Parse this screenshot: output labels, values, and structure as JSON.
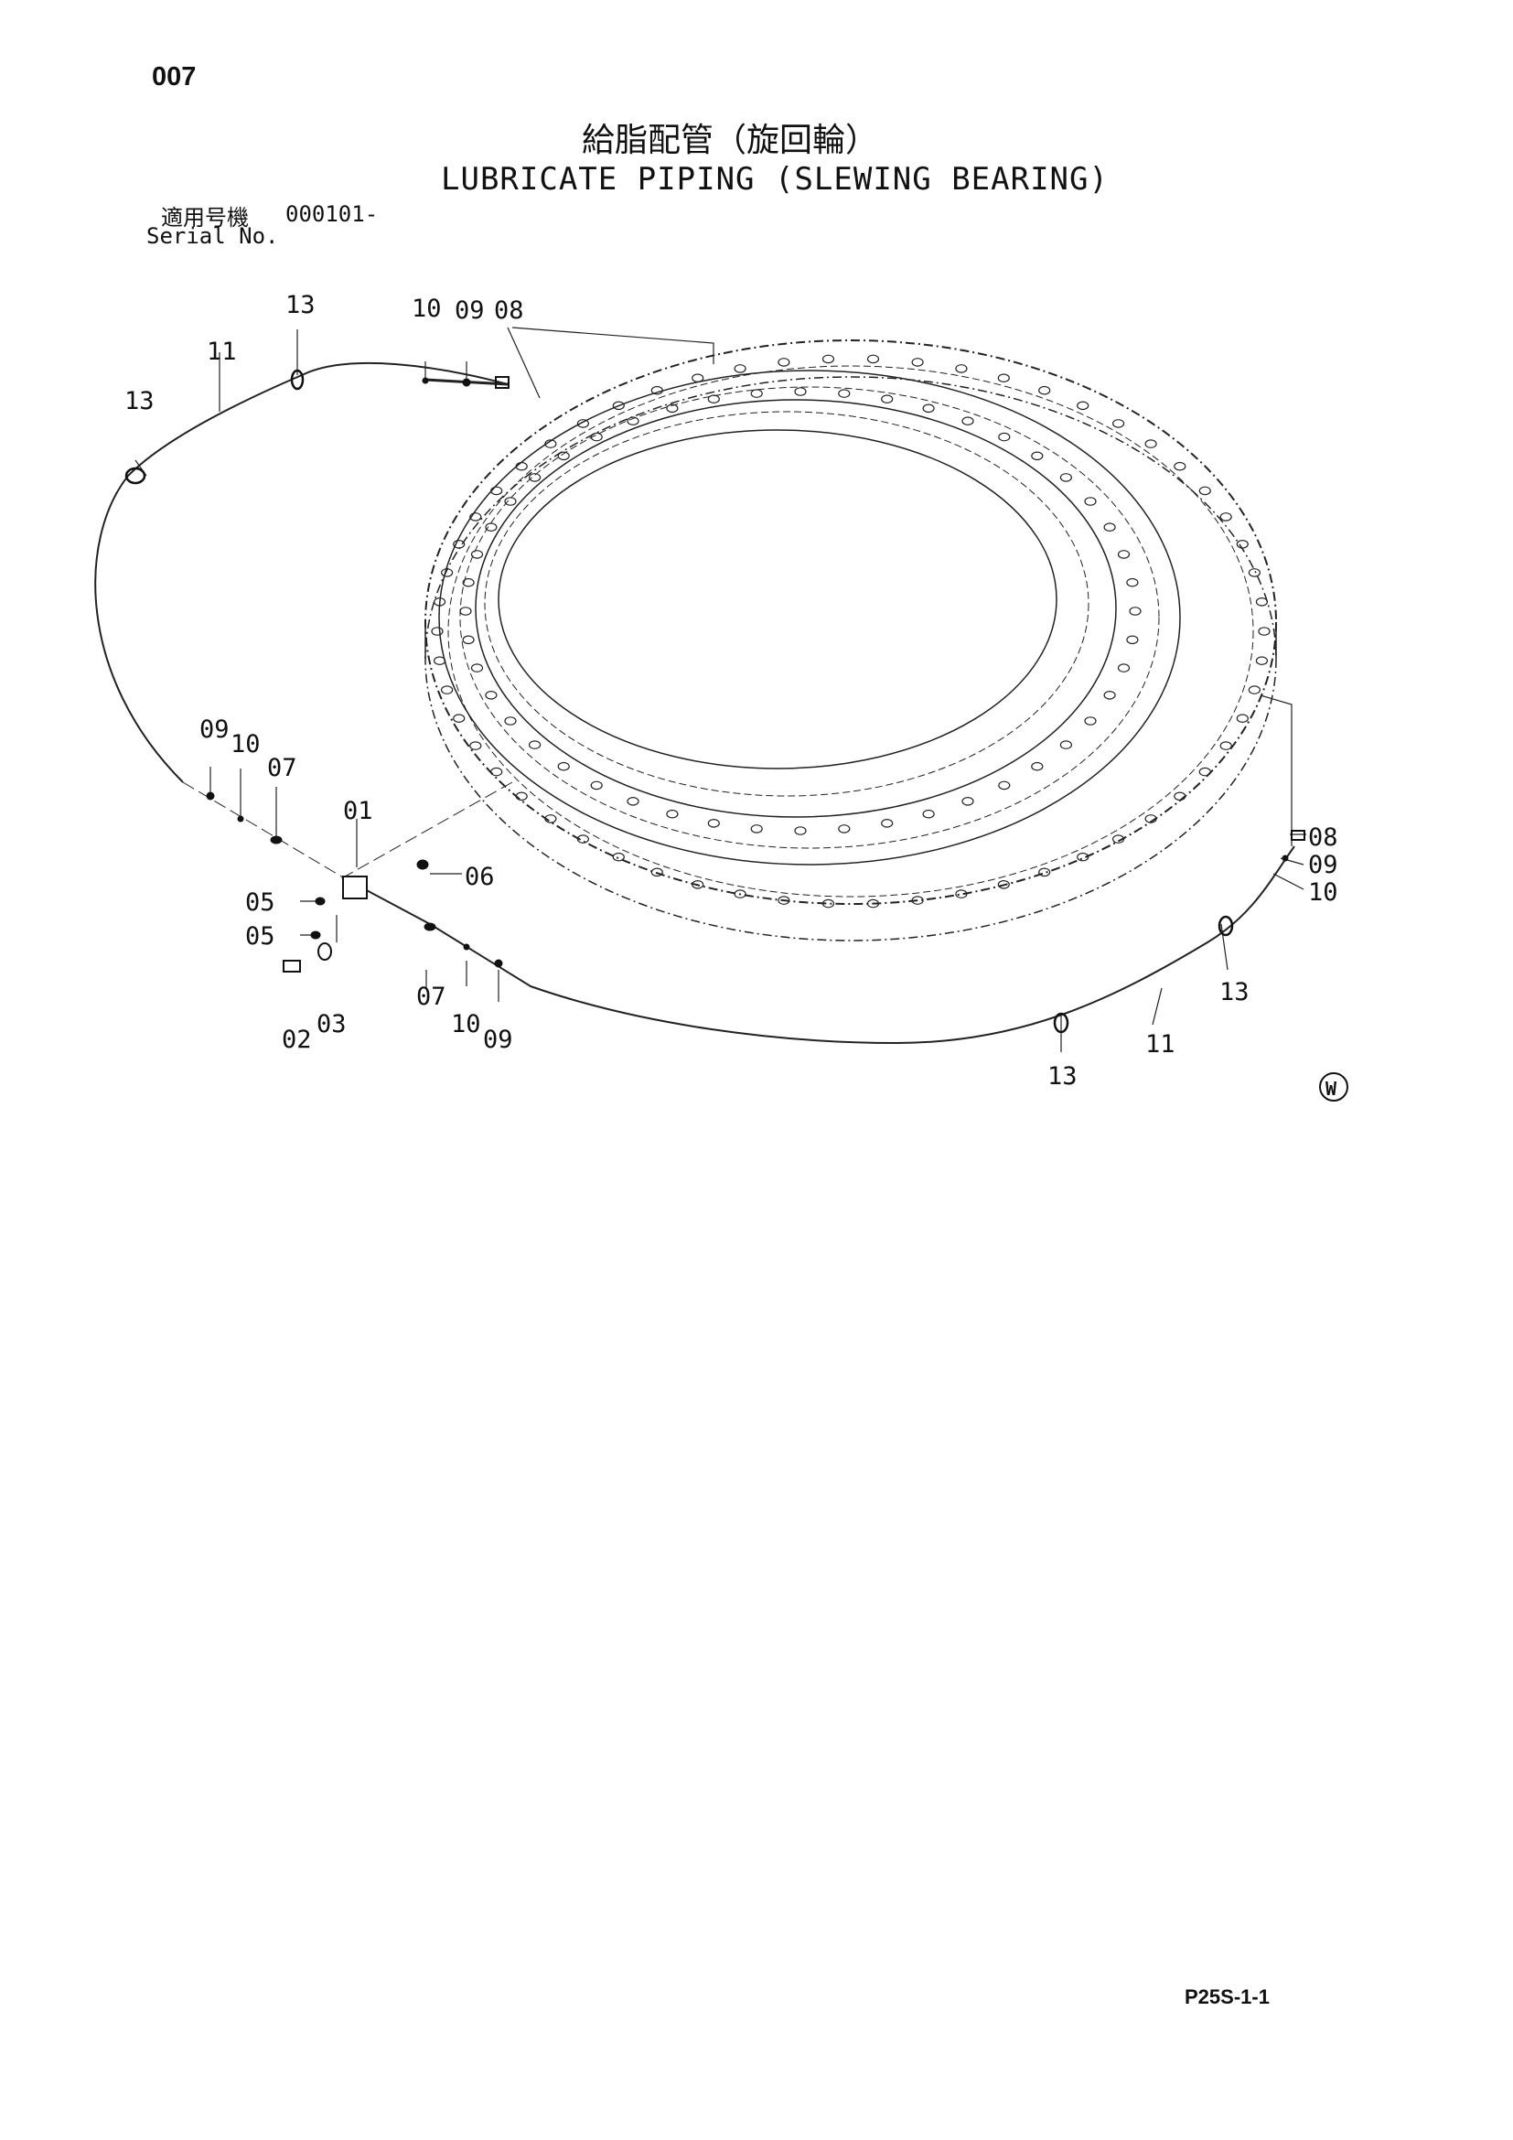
{
  "page_number": "007",
  "title_jp": "給脂配管（旋回輪）",
  "title_en": "LUBRICATE PIPING (SLEWING BEARING)",
  "serial": {
    "label_jp": "適用号機",
    "range": "000101-",
    "label_en": "Serial No."
  },
  "callouts": {
    "c01": "01",
    "c02": "02",
    "c03": "03",
    "c05a": "05",
    "c05b": "05",
    "c06": "06",
    "c07a": "07",
    "c07b": "07",
    "c08a": "08",
    "c08b": "08",
    "c09a": "09",
    "c09b": "09",
    "c09c": "09",
    "c09d": "09",
    "c10a": "10",
    "c10b": "10",
    "c10c": "10",
    "c10d": "10",
    "c11a": "11",
    "c11b": "11",
    "c13a": "13",
    "c13b": "13",
    "c13c": "13",
    "c13d": "13"
  },
  "mark": "W",
  "footer_code": "P25S-1-1"
}
